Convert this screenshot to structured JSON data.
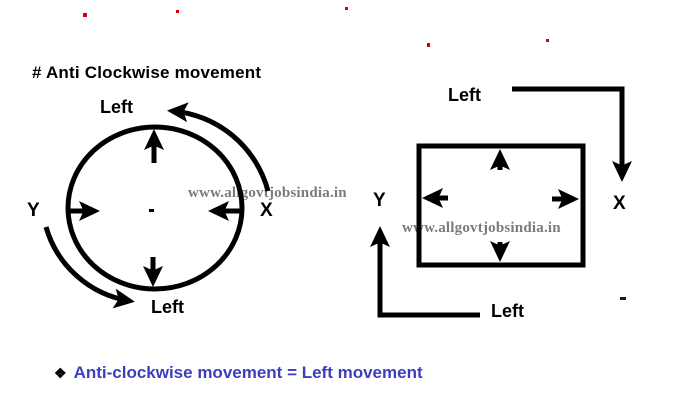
{
  "title": "# Anti Clockwise movement",
  "watermark_text": "www.allgovtjobsindia.in",
  "circle_diagram": {
    "top_label": "Left",
    "bottom_label": "Left",
    "y_label": "Y",
    "x_label": "X"
  },
  "square_diagram": {
    "top_label": "Left",
    "bottom_label": "Left",
    "y_label": "Y",
    "x_label": "X"
  },
  "caption": {
    "bullet": "❖",
    "text": "Anti-clockwise movement = Left movement"
  },
  "colors": {
    "background": "#ffffff",
    "ink": "#000000",
    "watermark": "#7b7b7b",
    "caption_text": "#3d3dbf",
    "artifact_red": "#d20000"
  }
}
